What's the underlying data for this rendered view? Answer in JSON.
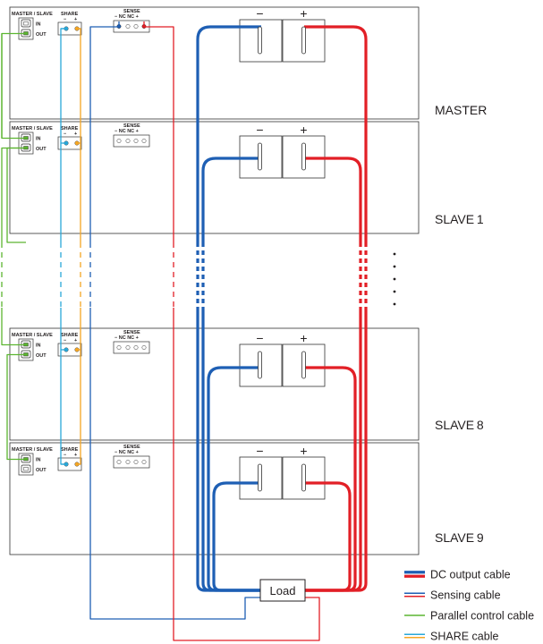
{
  "units": [
    {
      "label": "MASTER",
      "in_connected": false,
      "out_connected": true
    },
    {
      "label": "SLAVE 1",
      "in_connected": true,
      "out_connected": true
    },
    {
      "label": "SLAVE 8",
      "in_connected": true,
      "out_connected": true
    },
    {
      "label": "SLAVE 9",
      "in_connected": true,
      "out_connected": false
    }
  ],
  "panel": {
    "master_slave": "MASTER / SLAVE",
    "in": "IN",
    "out": "OUT",
    "share": "SHARE",
    "share_minus": "−",
    "share_plus": "+",
    "sense": "SENSE",
    "sense_pins": "−  NC NC  +",
    "terminal_minus": "−",
    "terminal_plus": "+"
  },
  "load": "Load",
  "legend": [
    {
      "label": "DC output cable",
      "color": "#1e5fb4",
      "thick": true,
      "color2": "#e21f26"
    },
    {
      "label": "Sensing cable",
      "color": "#1e5fb4",
      "thick": false,
      "color2": "#e21f26"
    },
    {
      "label": "Parallel control cable",
      "color": "#5cb531",
      "thick": false
    },
    {
      "label": "SHARE cable",
      "color": "#29a8d9",
      "thick": false,
      "color2": "#f5a623"
    }
  ],
  "colors": {
    "negative": "#1e5fb4",
    "positive": "#e21f26",
    "parallel": "#5cb531",
    "share_blue": "#29a8d9",
    "share_orange": "#f5a623"
  }
}
